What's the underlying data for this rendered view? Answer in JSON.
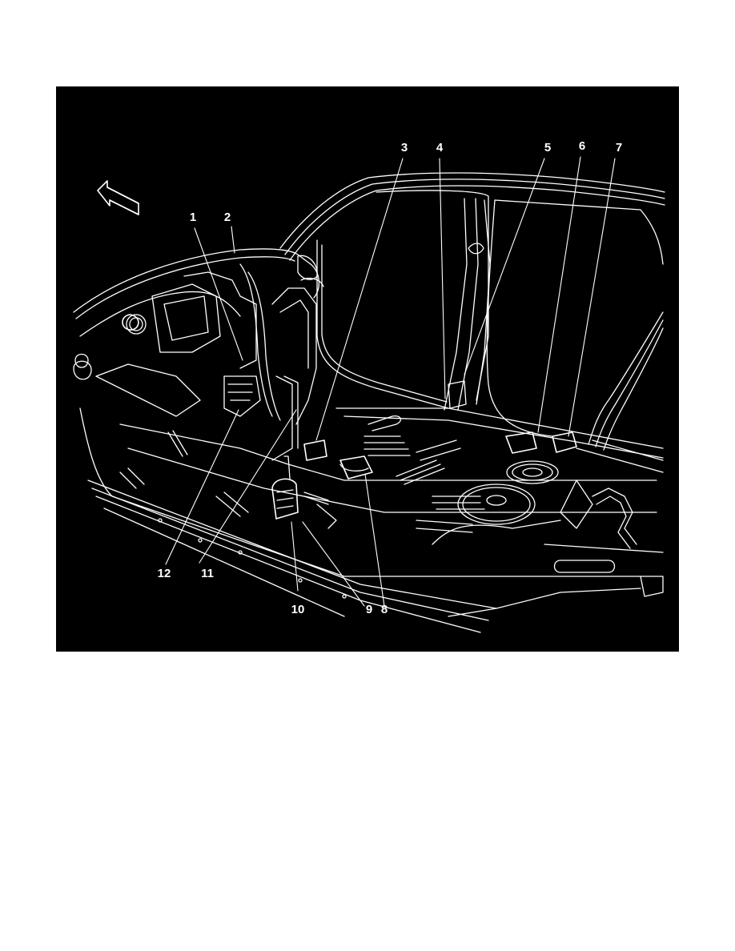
{
  "figure": {
    "background_color": "#000000",
    "line_color": "#ffffff",
    "page_color": "#ffffff",
    "direction_arrow": "front-of-vehicle-arrow",
    "callouts": [
      {
        "id": "1",
        "label": "1"
      },
      {
        "id": "2",
        "label": "2"
      },
      {
        "id": "3",
        "label": "3"
      },
      {
        "id": "4",
        "label": "4"
      },
      {
        "id": "5",
        "label": "5"
      },
      {
        "id": "6",
        "label": "6"
      },
      {
        "id": "7",
        "label": "7"
      },
      {
        "id": "8",
        "label": "8"
      },
      {
        "id": "9",
        "label": "9"
      },
      {
        "id": "10",
        "label": "10"
      },
      {
        "id": "11",
        "label": "11"
      },
      {
        "id": "12",
        "label": "12"
      }
    ]
  }
}
